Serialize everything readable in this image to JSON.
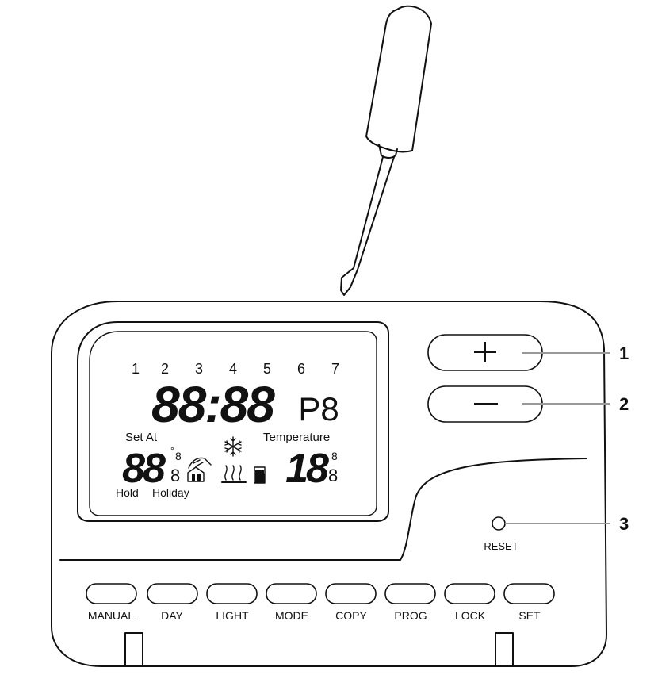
{
  "lcd": {
    "days": [
      "1",
      "2",
      "3",
      "4",
      "5",
      "6",
      "7"
    ],
    "time": "88:88",
    "program": "P8",
    "set_at": "Set At",
    "set_temp": "88",
    "set_temp_decimal_top": "8",
    "set_temp_decimal_bottom": "8",
    "degree": "°",
    "hold": "Hold",
    "holiday": "Holiday",
    "temperature_label": "Temperature",
    "room_temp": "18",
    "room_temp_decimal_top": "8",
    "room_temp_decimal_bottom": "8",
    "icons": [
      "hand-icon",
      "house-icon",
      "snowflake-icon",
      "heat-waves-icon",
      "battery-icon"
    ]
  },
  "controls": {
    "plus_label": "+",
    "minus_label": "−",
    "reset_label": "RESET",
    "bottom_buttons": [
      "MANUAL",
      "DAY",
      "LIGHT",
      "MODE",
      "COPY",
      "PROG",
      "LOCK",
      "SET"
    ]
  },
  "callouts": [
    "1",
    "2",
    "3"
  ]
}
